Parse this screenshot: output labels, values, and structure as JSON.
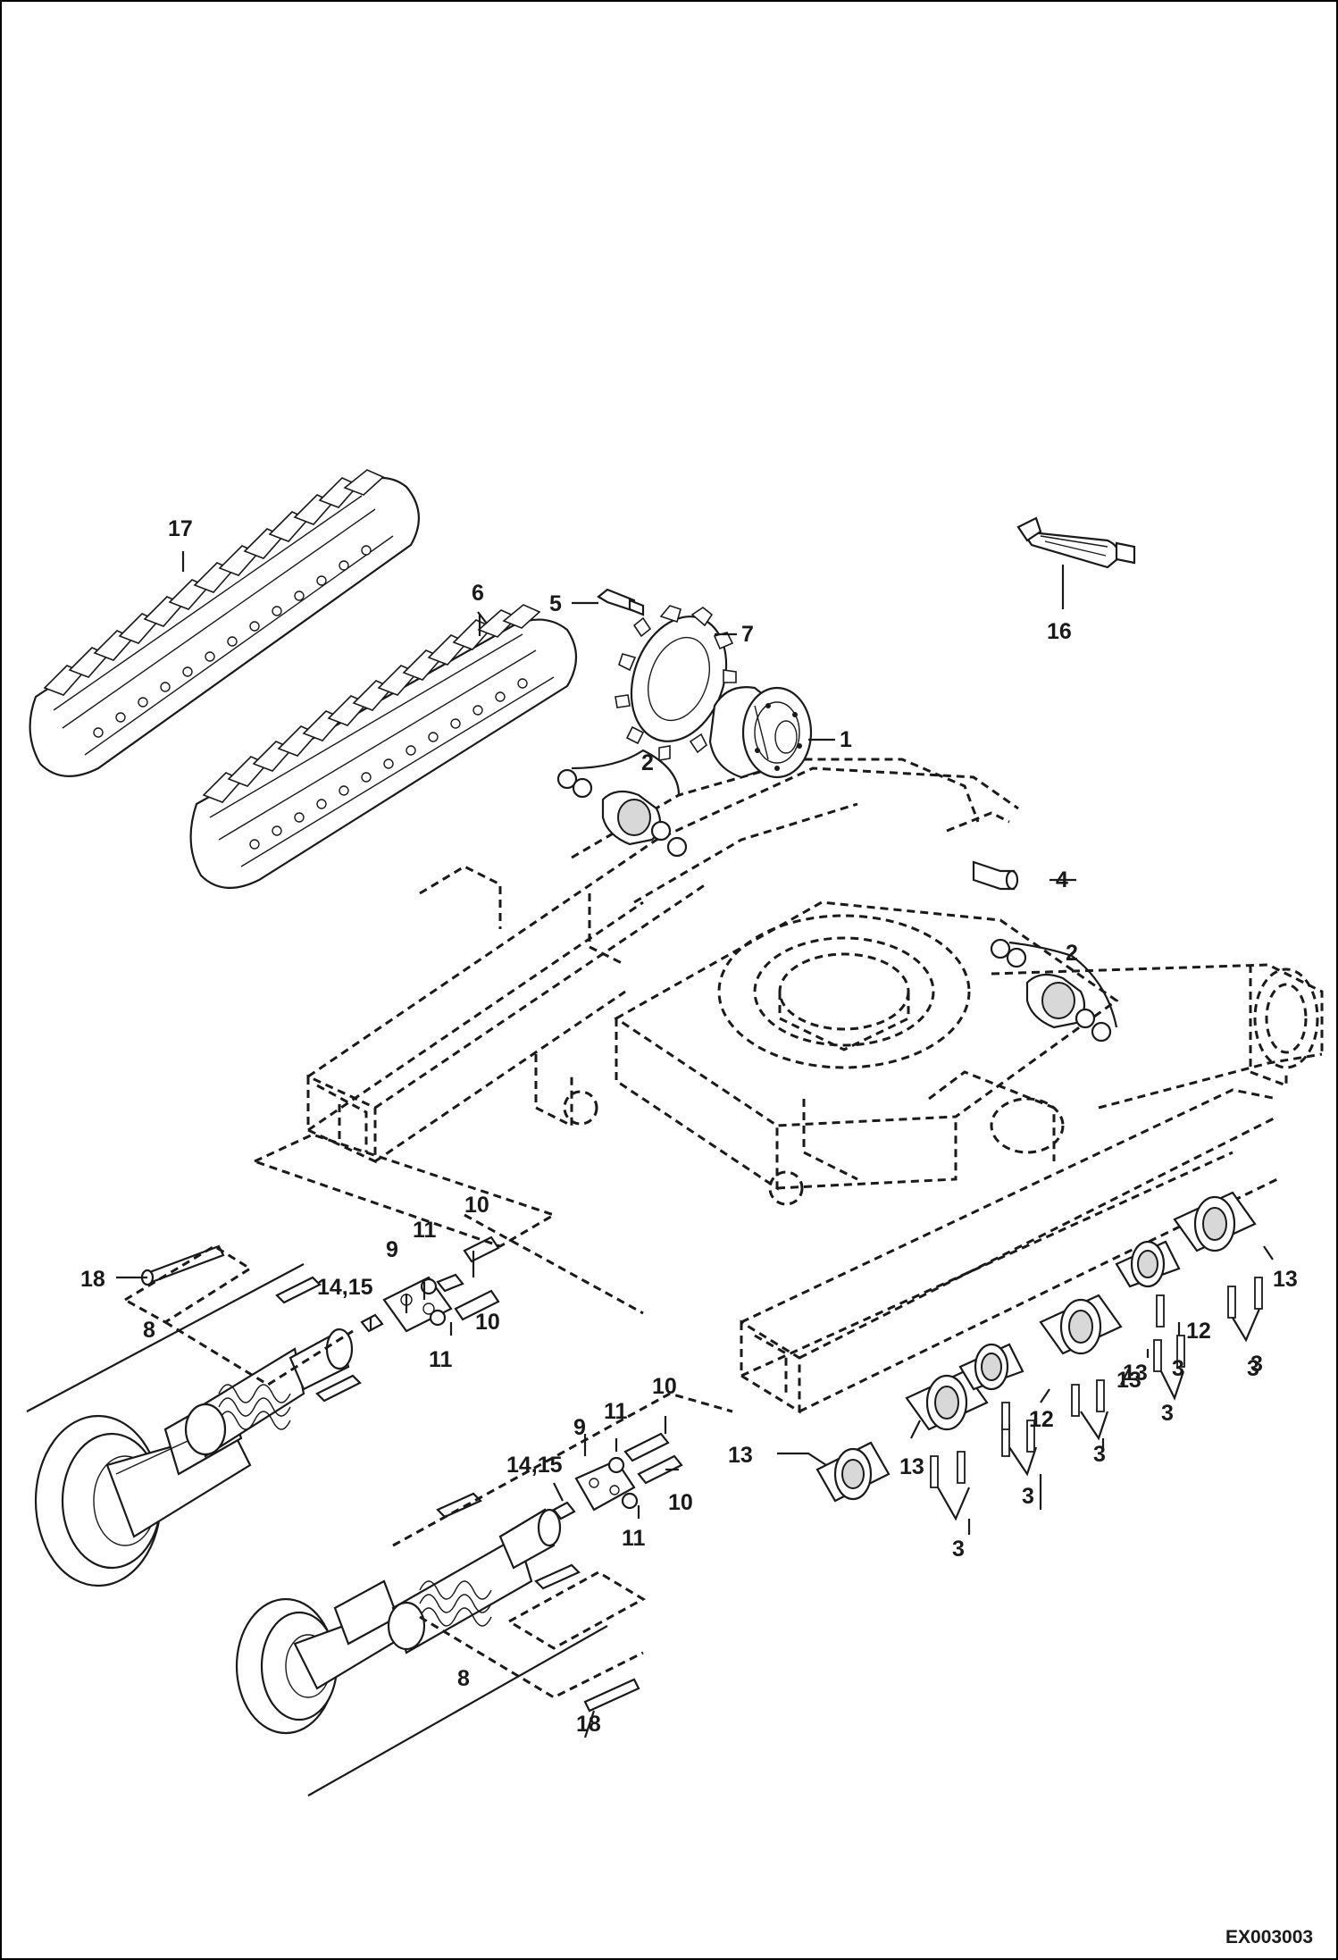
{
  "diagram": {
    "drawing_code": "EX003003",
    "callouts": [
      "17",
      "6",
      "5",
      "7",
      "1",
      "2",
      "4",
      "16",
      "2",
      "10",
      "11",
      "9",
      "18",
      "14,15",
      "11",
      "10",
      "8",
      "10",
      "11",
      "9",
      "14,15",
      "11",
      "10",
      "13",
      "13",
      "13",
      "12",
      "12",
      "13",
      "13",
      "3",
      "3",
      "3",
      "3",
      "3",
      "3",
      "3",
      "8",
      "18"
    ],
    "icons": [
      "undercarriage-frame-drawing",
      "rubber-track-drawing",
      "sprocket-drawing",
      "travel-motor-drawing",
      "idler-wheel-drawing",
      "track-roller-drawing",
      "grease-tube-drawing"
    ]
  }
}
